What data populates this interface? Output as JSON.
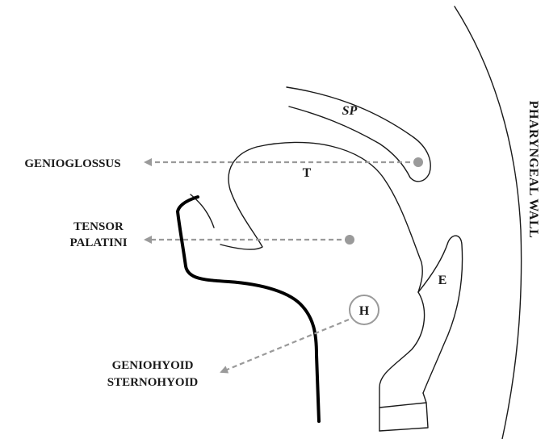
{
  "labels": {
    "genioglossus": "GENIOGLOSSUS",
    "tensor_line1": "TENSOR",
    "tensor_line2": "PALATINI",
    "geniohyoid": "GENIOHYOID",
    "sternohyoid": "STERNOHYOID",
    "pharyngeal_wall": "PHARYNGEAL WALL",
    "soft_palate": "SP",
    "tongue": "T",
    "epiglottis": "E",
    "hyoid": "H"
  },
  "colors": {
    "arrow": "#9a9a9a",
    "outline": "#1a1a1a",
    "background": "#ffffff"
  }
}
